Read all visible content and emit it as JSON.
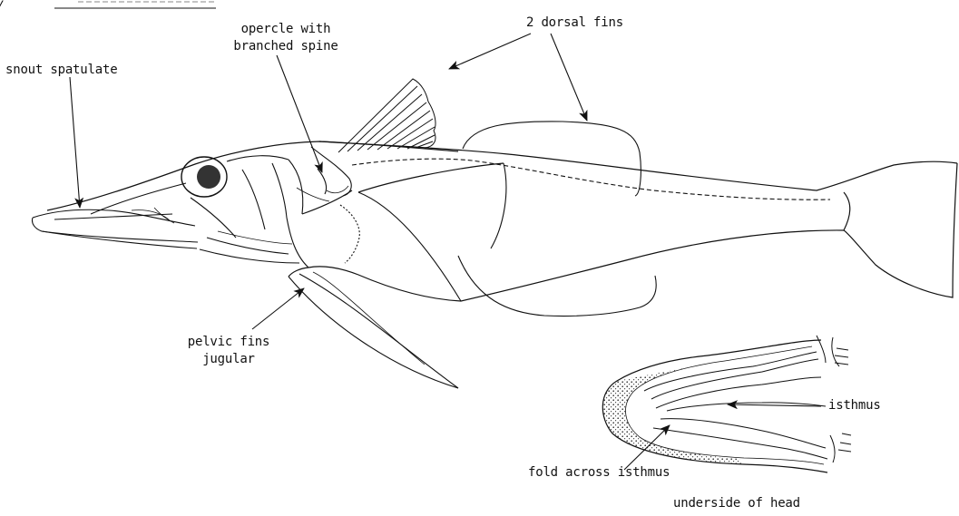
{
  "header_fragment": "y... ______ ______ ______",
  "labels": {
    "dorsal_fins": "2 dorsal fins",
    "opercle_line1": "opercle with",
    "opercle_line2": "branched spine",
    "snout": "snout spatulate",
    "pelvic_line1": "pelvic fins",
    "pelvic_line2": "jugular",
    "isthmus": "isthmus",
    "fold": "fold across isthmus",
    "underside": "underside of head"
  },
  "colors": {
    "ink": "#111111",
    "paper": "#ffffff",
    "eye": "#333333"
  }
}
